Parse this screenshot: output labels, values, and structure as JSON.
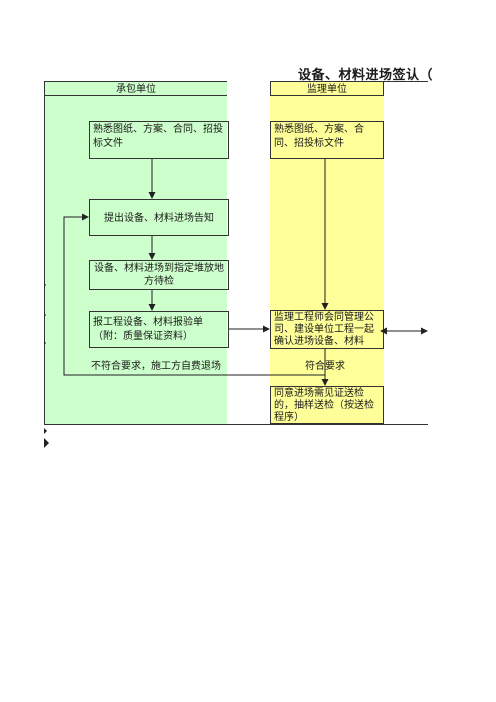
{
  "title": "设备、材料进场签认（",
  "lanes": {
    "contractor": "承包单位",
    "supervisor": "监理单位"
  },
  "boxes": {
    "c1": "熟悉图纸、方案、合同、招投标文件",
    "s1": "熟悉图纸、方案、合同、招投标文件",
    "c2": "提出设备、材料进场告知",
    "c3": "设备、材料进场到指定堆放地方待检",
    "c4_line1": "报工程设备、材料报验单",
    "c4_line2": "（附：质量保证资料）",
    "s2": "监理工程师会同管理公司、建设单位工程一起确认进场设备、材料",
    "s3": "同意进场需见证送检的，抽样送检（按送检程序）"
  },
  "labels": {
    "reject": "不符合要求，施工方自费退场",
    "accept": "符合要求"
  }
}
